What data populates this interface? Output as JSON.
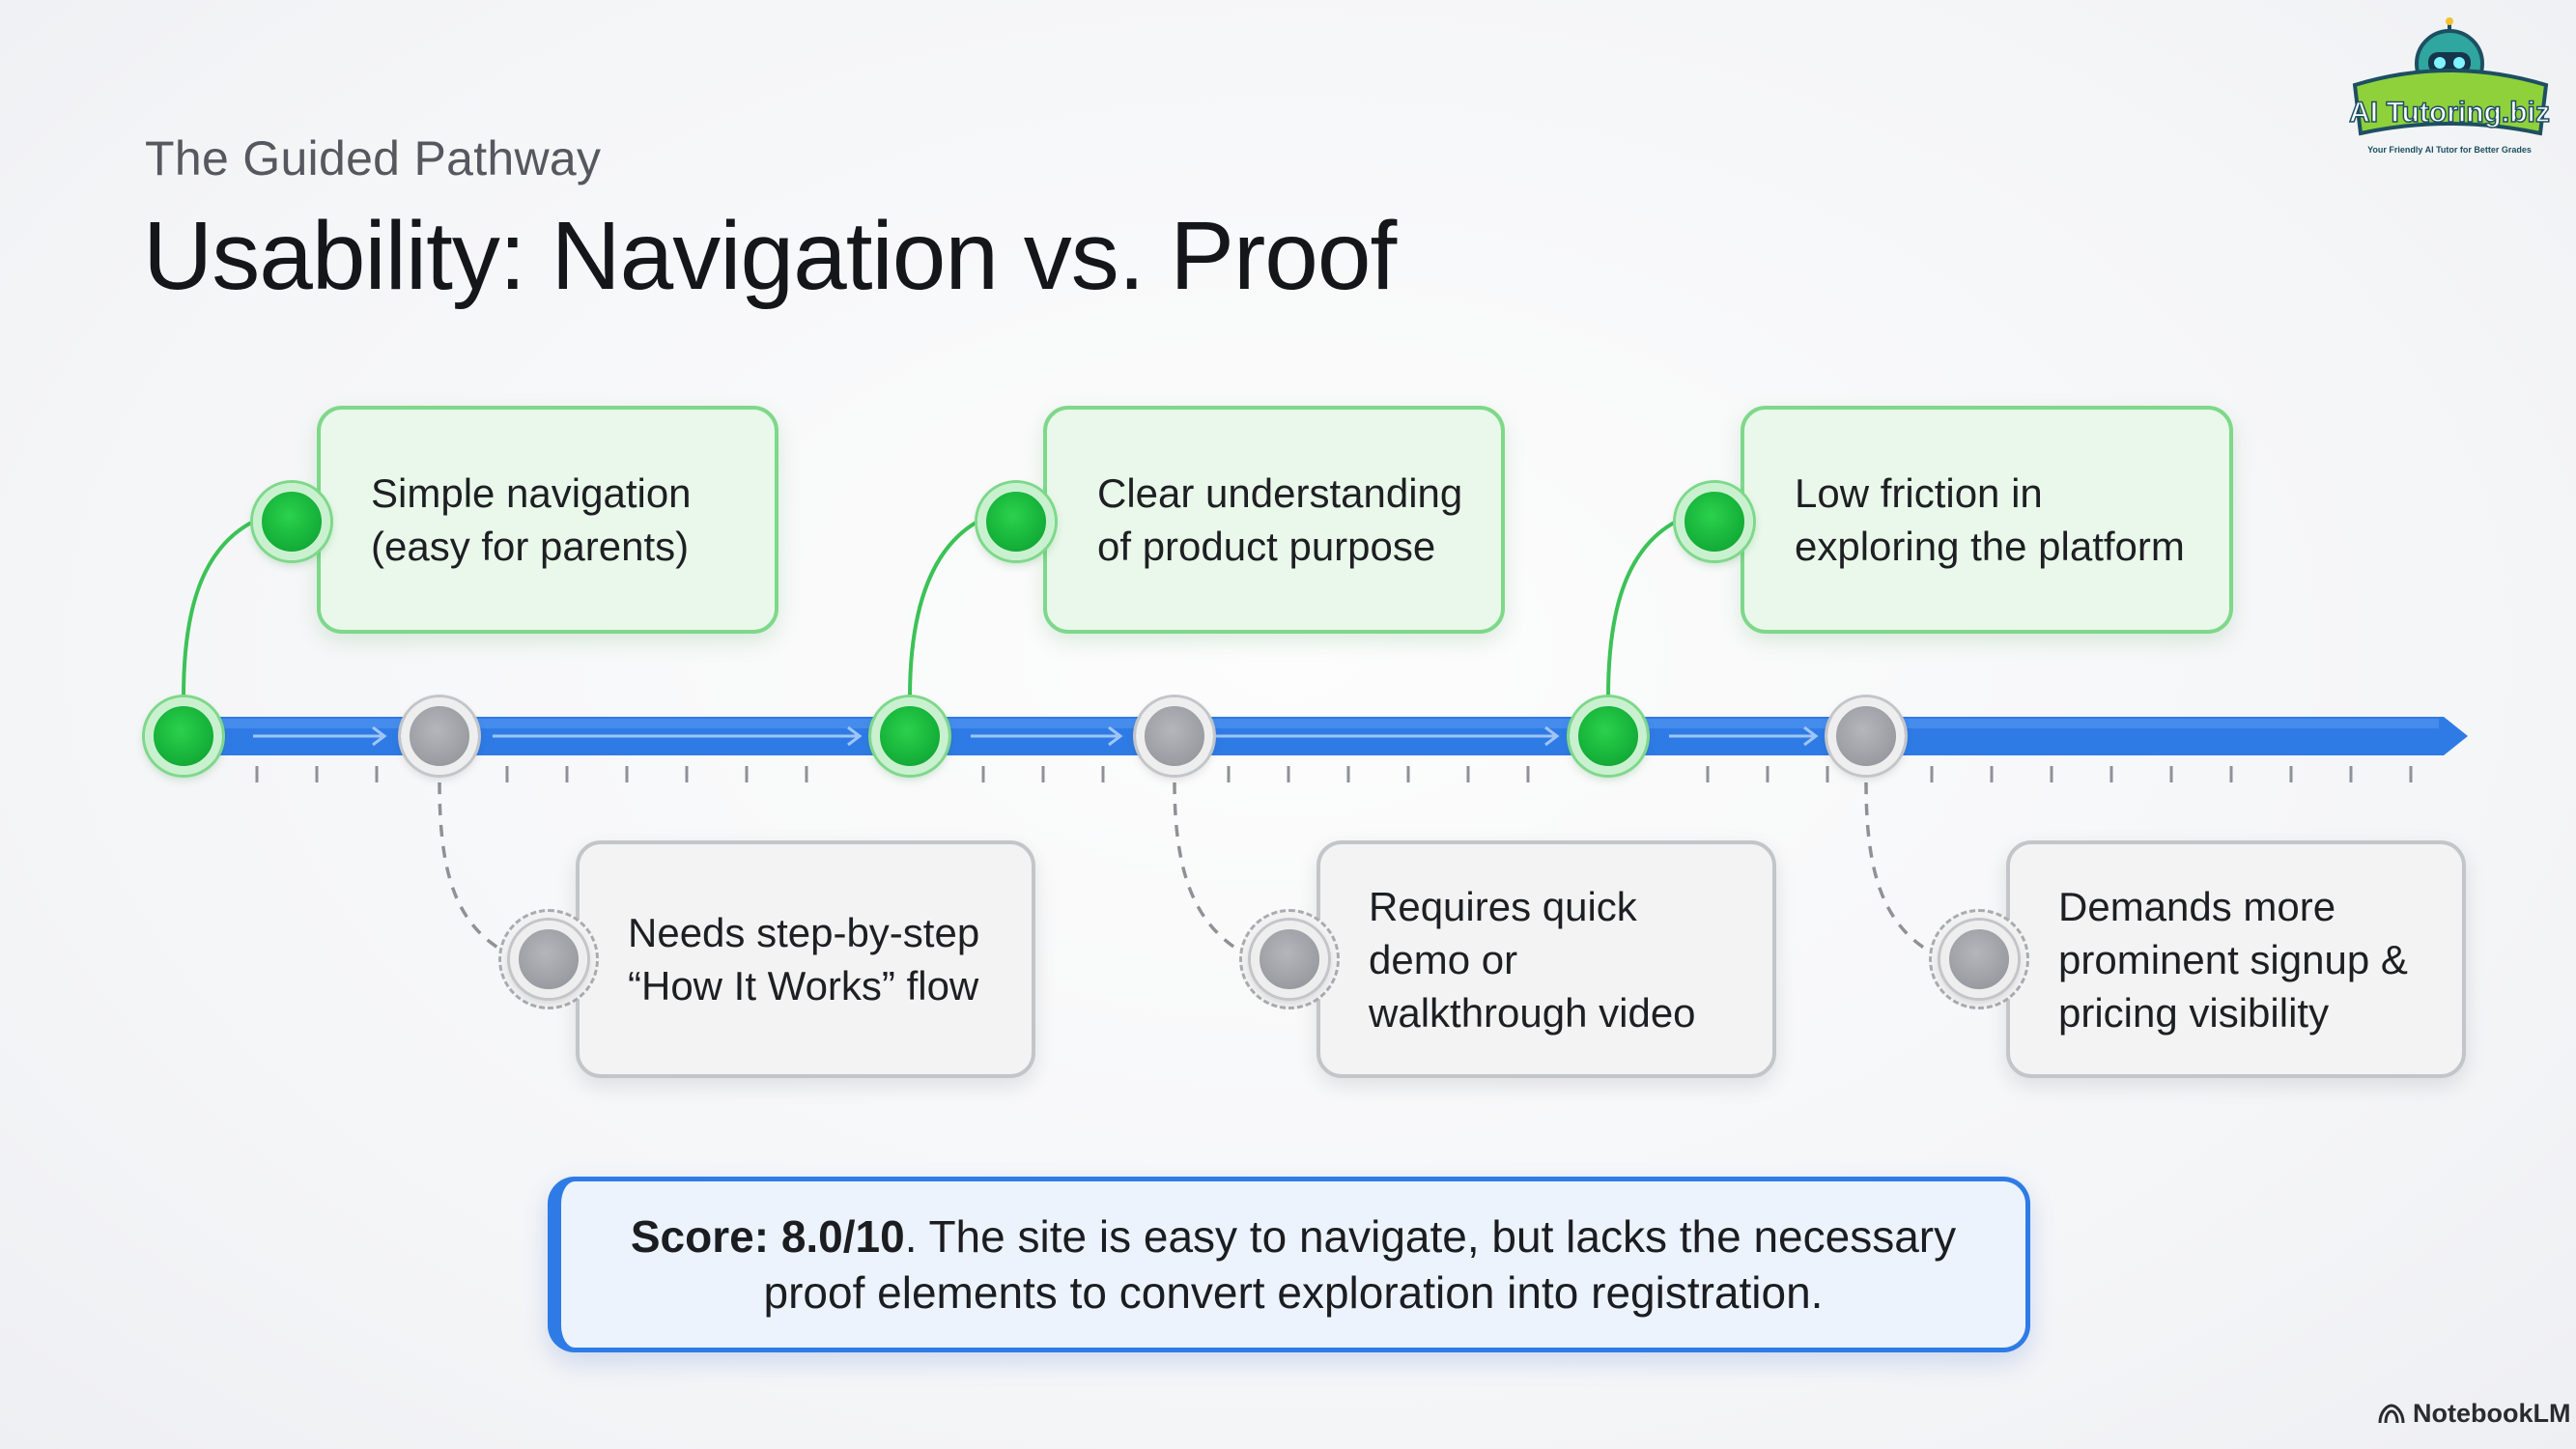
{
  "header": {
    "subtitle": "The Guided Pathway",
    "title": "Usability: Navigation vs. Proof"
  },
  "strengths": [
    {
      "text": "Simple navigation\n(easy for parents)"
    },
    {
      "text": "Clear understanding\nof product purpose"
    },
    {
      "text": "Low friction in\nexploring the platform"
    }
  ],
  "gaps": [
    {
      "text": "Needs step-by-step\n“How It Works” flow"
    },
    {
      "text": "Requires quick\ndemo or\nwalkthrough video"
    },
    {
      "text": "Demands more\nprominent signup &\npricing visibility"
    }
  ],
  "score": {
    "label": "Score: 8.0/10",
    "text": ". The site is easy to navigate, but lacks the necessary proof elements to convert exploration into registration."
  },
  "logo": {
    "text": "AI Tutoring.biz",
    "tagline": "Your Friendly AI Tutor for Better Grades"
  },
  "footer": {
    "brand": "NotebookLM"
  },
  "colors": {
    "timeline": "#2f7be6",
    "positive": "#17b33c",
    "neutral": "#9a9ca2"
  }
}
